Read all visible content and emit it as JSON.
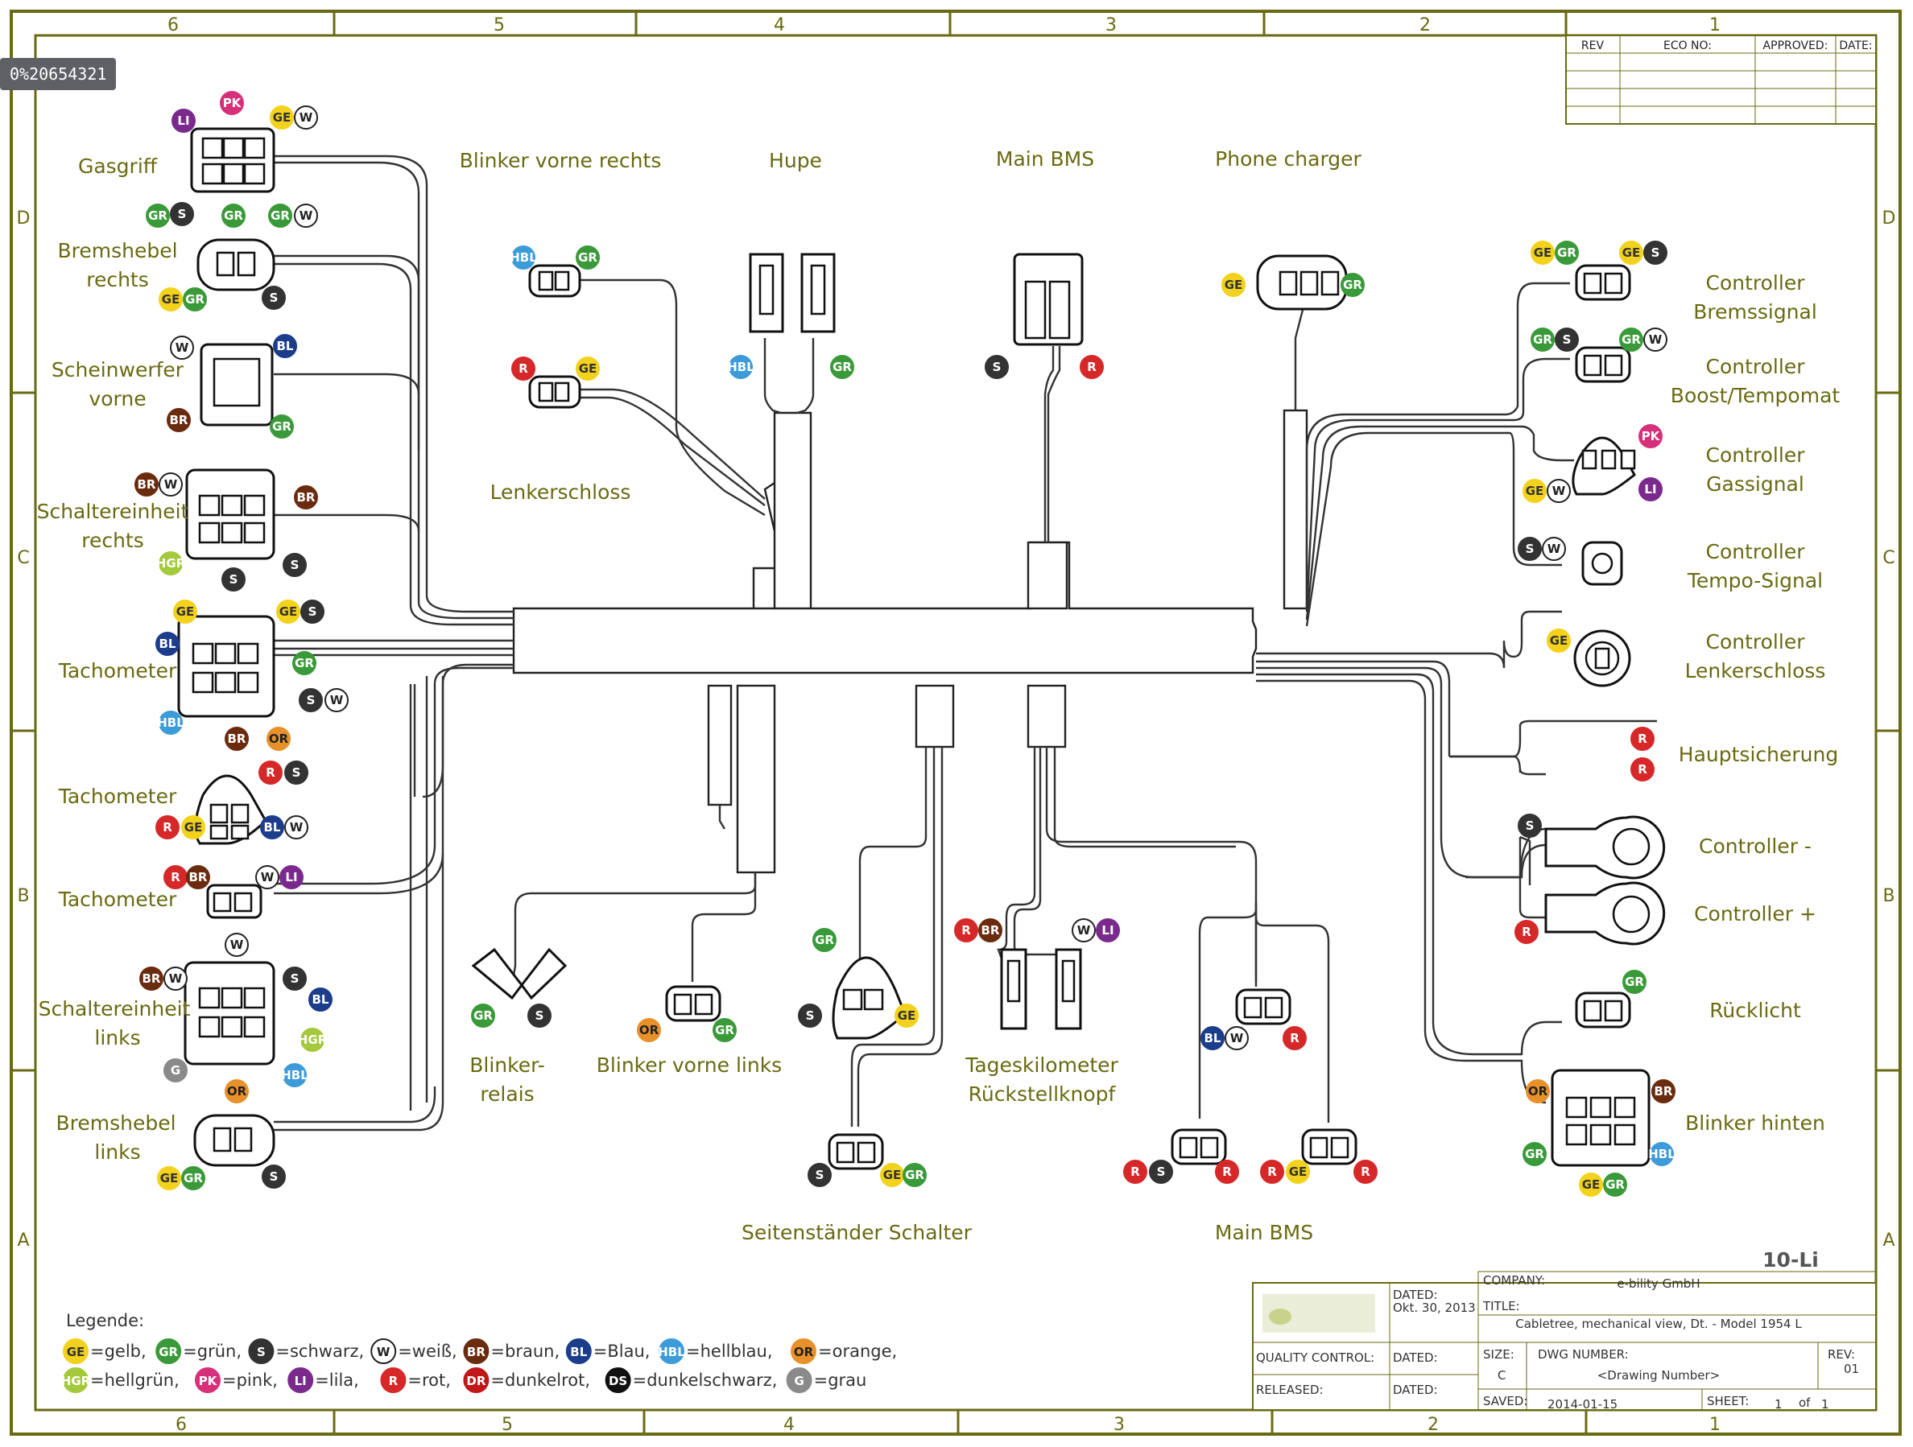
{
  "tooltip": "0%20654321",
  "zones": {
    "top": [
      "6",
      "5",
      "4",
      "3",
      "2",
      "1"
    ],
    "bottom": [
      "6",
      "5",
      "4",
      "3",
      "2",
      "1"
    ],
    "left": [
      "D",
      "C",
      "B",
      "A"
    ],
    "right": [
      "D",
      "C",
      "B",
      "A"
    ]
  },
  "revision_block": {
    "headers": [
      "REV",
      "ECO NO:",
      "APPROVED:",
      "DATE:"
    ]
  },
  "labels": {
    "gasgriff": "Gasgriff",
    "bremshebel_rechts_1": "Bremshebel",
    "bremshebel_rechts_2": "rechts",
    "scheinwerfer_1": "Scheinwerfer",
    "scheinwerfer_2": "vorne",
    "schalter_rechts_1": "Schaltereinheit",
    "schalter_rechts_2": "rechts",
    "tachometer_1": "Tachometer",
    "tachometer_2": "Tachometer",
    "tachometer_3": "Tachometer",
    "schalter_links_1": "Schaltereinheit",
    "schalter_links_2": "links",
    "bremshebel_links_1": "Bremshebel",
    "bremshebel_links_2": "links",
    "blinker_vorne_rechts": "Blinker vorne rechts",
    "hupe": "Hupe",
    "main_bms_top": "Main BMS",
    "phone_charger": "Phone charger",
    "lenkerschloss": "Lenkerschloss",
    "ctrl_brems_1": "Controller",
    "ctrl_brems_2": "Bremssignal",
    "ctrl_boost_1": "Controller",
    "ctrl_boost_2": "Boost/Tempomat",
    "ctrl_gas_1": "Controller",
    "ctrl_gas_2": "Gassignal",
    "ctrl_tempo_1": "Controller",
    "ctrl_tempo_2": "Tempo-Signal",
    "ctrl_lenk_1": "Controller",
    "ctrl_lenk_2": "Lenkerschloss",
    "hauptsicherung": "Hauptsicherung",
    "controller_minus": "Controller -",
    "controller_plus": "Controller +",
    "ruecklicht": "Rücklicht",
    "blinker_hinten": "Blinker hinten",
    "blinker_relais_1": "Blinker-",
    "blinker_relais_2": "relais",
    "blinker_vorne_links": "Blinker vorne links",
    "tageskm_1": "Tageskilometer",
    "tageskm_2": "Rückstellknopf",
    "seitenstaender": "Seitenständer Schalter",
    "main_bms_bottom": "Main BMS",
    "model_tag": "10-Li"
  },
  "title_block": {
    "dated_label": "DATED:",
    "dated_value": "Okt. 30, 2013",
    "company_label": "COMPANY:",
    "company_value": "e-bility GmbH",
    "title_label": "TITLE:",
    "title_value": "Cabletree, mechanical view, Dt. - Model 1954 L",
    "qc_label": "QUALITY CONTROL:",
    "qc_dated": "DATED:",
    "released_label": "RELEASED:",
    "released_dated": "DATED:",
    "size_label": "SIZE:",
    "size_value": "C",
    "dwg_label": "DWG NUMBER:",
    "dwg_value": "<Drawing Number>",
    "rev_label": "REV:",
    "rev_value": "01",
    "saved_label": "SAVED:",
    "saved_value": "2014-01-15",
    "sheet_label": "SHEET:",
    "sheet_value": "1",
    "sheet_of": "of",
    "sheet_total": "1"
  },
  "legend": {
    "title": "Legende:",
    "row1": [
      {
        "code": "GE",
        "text": "=gelb,",
        "color": "#f2d21b",
        "tc": "#333"
      },
      {
        "code": "GR",
        "text": "=grün,",
        "color": "#3a9a3a",
        "tc": "#fff"
      },
      {
        "code": "S",
        "text": "=schwarz,",
        "color": "#333333",
        "tc": "#fff"
      },
      {
        "code": "W",
        "text": "=weiß,",
        "color": "#ffffff",
        "tc": "#222"
      },
      {
        "code": "BR",
        "text": "=braun,",
        "color": "#6b2b0e",
        "tc": "#fff"
      },
      {
        "code": "BL",
        "text": "=Blau,",
        "color": "#1c3c8c",
        "tc": "#fff"
      },
      {
        "code": "HBL",
        "text": "=hellblau,",
        "color": "#3c9bd8",
        "tc": "#fff"
      },
      {
        "code": "OR",
        "text": "=orange,",
        "color": "#e8902a",
        "tc": "#222"
      }
    ],
    "row2": [
      {
        "code": "HGR",
        "text": "=hellgrün,",
        "color": "#a5c93c",
        "tc": "#fff"
      },
      {
        "code": "PK",
        "text": "=pink,",
        "color": "#d6307a",
        "tc": "#fff"
      },
      {
        "code": "LI",
        "text": "=lila,",
        "color": "#7a2a8c",
        "tc": "#fff"
      },
      {
        "code": "R",
        "text": "=rot,",
        "color": "#d62828",
        "tc": "#fff"
      },
      {
        "code": "DR",
        "text": "=dunkelrot,",
        "color": "#c01818",
        "tc": "#fff"
      },
      {
        "code": "DS",
        "text": "=dunkelschwarz,",
        "color": "#111111",
        "tc": "#fff"
      },
      {
        "code": "G",
        "text": "=grau",
        "color": "#8a8a8a",
        "tc": "#fff"
      }
    ]
  },
  "wire_colors": {
    "GE": {
      "color": "#f2d21b",
      "tc": "#333"
    },
    "GR": {
      "color": "#3a9a3a",
      "tc": "#fff"
    },
    "S": {
      "color": "#333333",
      "tc": "#fff"
    },
    "W": {
      "color": "#ffffff",
      "tc": "#222"
    },
    "BR": {
      "color": "#6b2b0e",
      "tc": "#fff"
    },
    "BL": {
      "color": "#1c3c8c",
      "tc": "#fff"
    },
    "HBL": {
      "color": "#3c9bd8",
      "tc": "#fff"
    },
    "OR": {
      "color": "#e8902a",
      "tc": "#222"
    },
    "HGR": {
      "color": "#a5c93c",
      "tc": "#fff"
    },
    "PK": {
      "color": "#d6307a",
      "tc": "#fff"
    },
    "LI": {
      "color": "#7a2a8c",
      "tc": "#fff"
    },
    "R": {
      "color": "#d62828",
      "tc": "#fff"
    },
    "G": {
      "color": "#8a8a8a",
      "tc": "#fff"
    }
  }
}
